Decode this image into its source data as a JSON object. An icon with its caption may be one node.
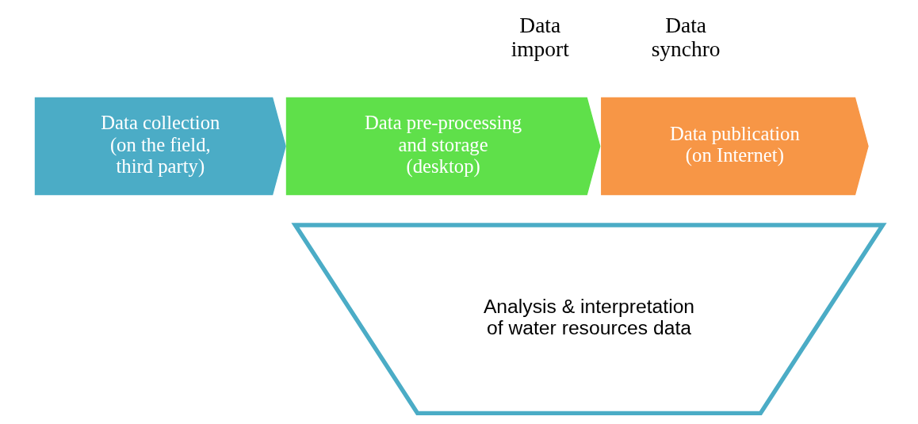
{
  "diagram": {
    "nodes": [
      {
        "text": [
          "Data collection (on the field, third party)"
        ]
      },
      {
        "text": [
          "Data pre-processing and storage (desktop)"
        ]
      },
      {
        "text": [
          "Data publication (on Internet)"
        ]
      },
      {
        "text": [
          "Analysis & interpretation of water resources data"
        ]
      }
    ],
    "labels": [
      "Data import",
      "Data synchro"
    ]
  }
}
